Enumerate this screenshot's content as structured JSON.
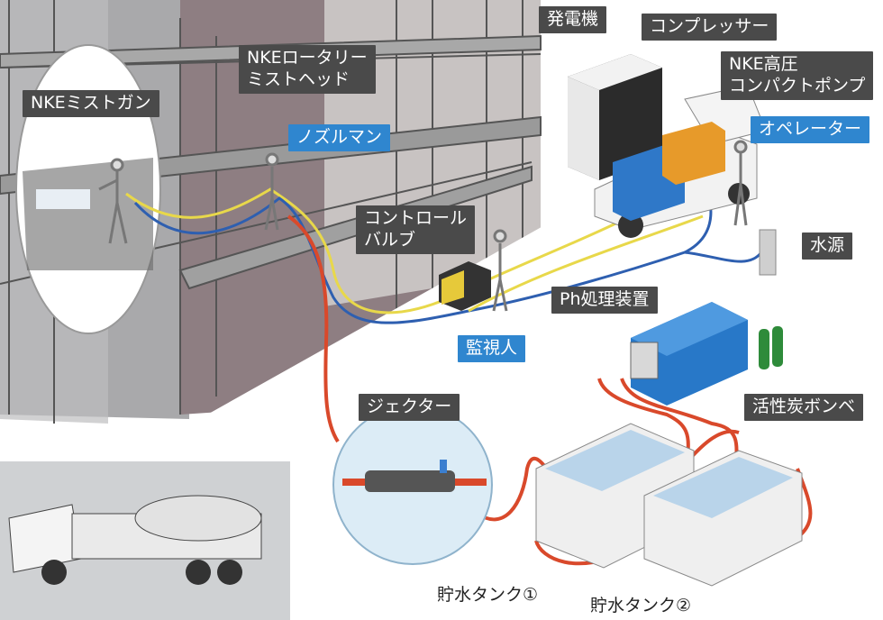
{
  "labels": {
    "mist_gun": "NKEミストガン",
    "rotary_head": "NKEロータリー\nミストヘッド",
    "nozzleman": "ノズルマン",
    "control_valve": "コントロール\nバルブ",
    "generator": "発電機",
    "compressor": "コンプレッサー",
    "hp_pump": "NKE高圧\nコンパクトポンプ",
    "operator": "オペレーター",
    "water_source": "水源",
    "ph_unit": "Ph処理装置",
    "monitor": "監視人",
    "ejector": "ジェクター",
    "carbon_cyl": "活性炭ボンベ",
    "tank1": "貯水タンク①",
    "tank2": "貯水タンク②"
  },
  "colors": {
    "air_line": "#e8d84a",
    "water_line": "#2e5fb0",
    "waste_line": "#d9492b",
    "label_dark": "#4a4a4a",
    "label_blue": "#2f86cf"
  }
}
